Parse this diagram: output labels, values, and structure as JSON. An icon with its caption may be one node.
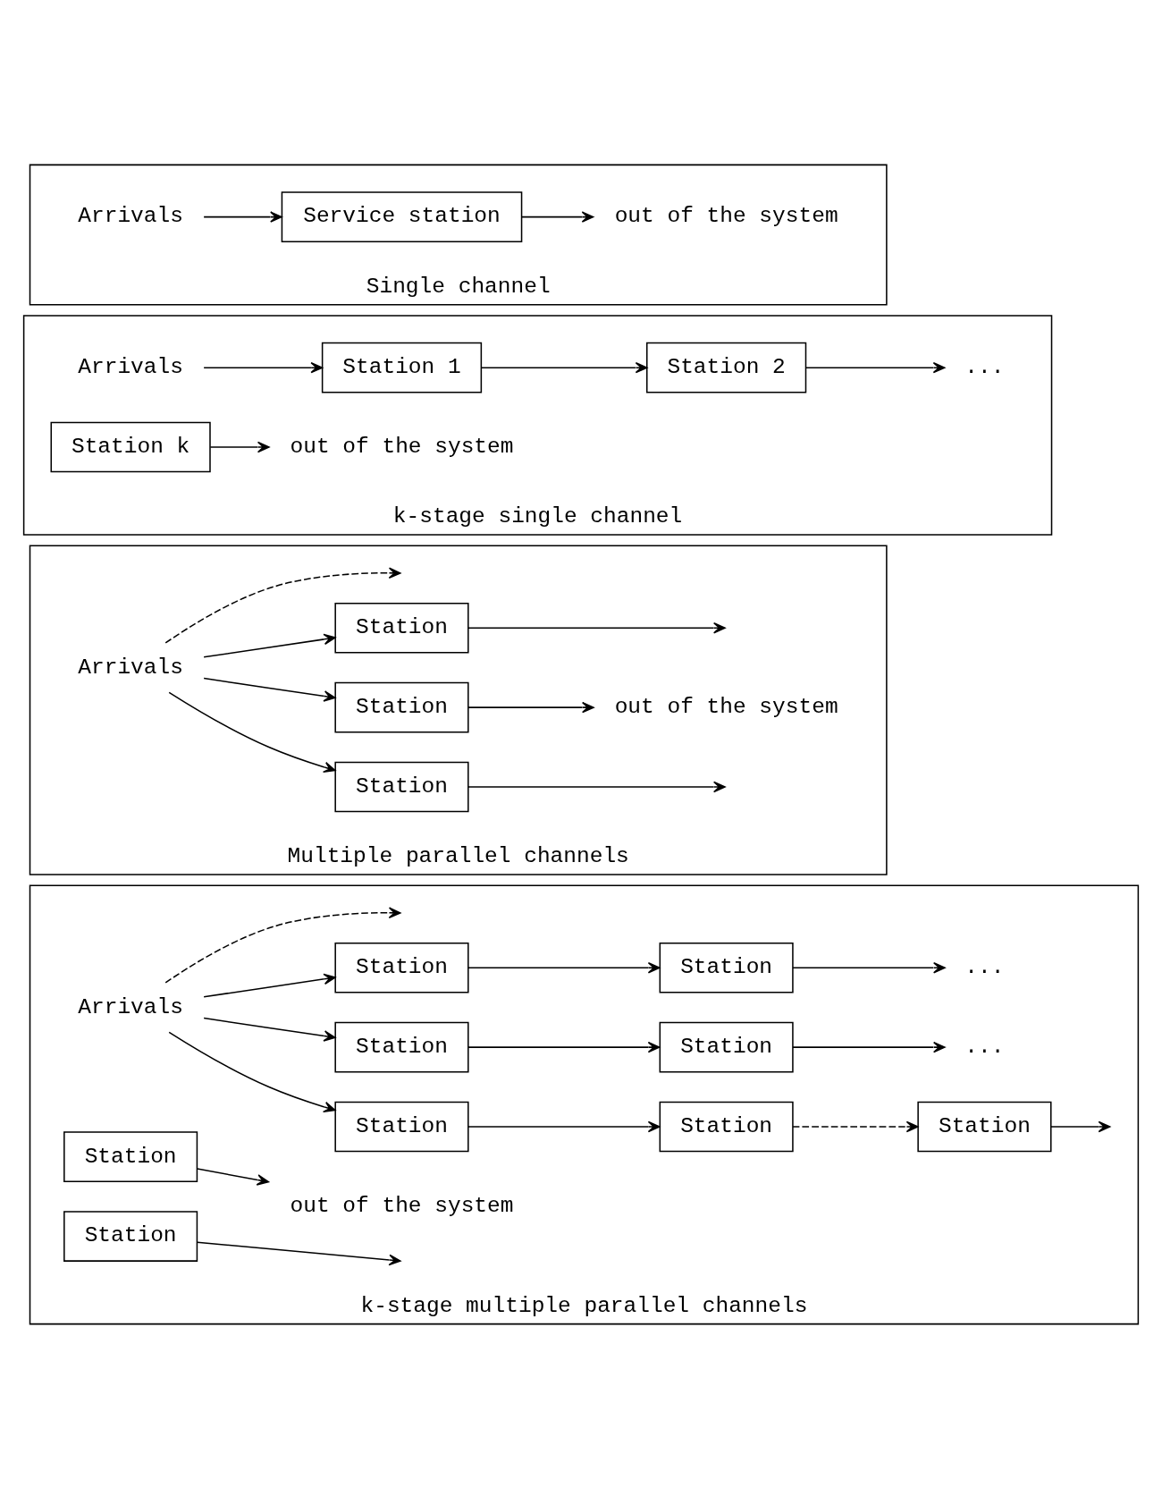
{
  "diagram": {
    "nodes": [
      {
        "text": [
          "Single channel"
        ]
      },
      {
        "text": [
          "Arrivals"
        ],
        "in": 0
      },
      {
        "text": [
          "Service station"
        ],
        "in": 0
      },
      {
        "text": [
          "out of the system"
        ],
        "in": 0
      },
      {
        "text": [
          "k-stage single channel"
        ]
      },
      {
        "text": [
          "Arrivals"
        ],
        "in": 4
      },
      {
        "text": [
          "Station 1"
        ],
        "in": 4
      },
      {
        "text": [
          "Station 2"
        ],
        "in": 4
      },
      {
        "text": [
          "..."
        ],
        "in": 4
      },
      {
        "text": [
          "Station k"
        ],
        "in": 4
      },
      {
        "text": [
          "out of the system"
        ],
        "in": 4
      },
      {
        "text": [
          "Multiple parallel channels"
        ]
      },
      {
        "text": [
          "Arrivals"
        ],
        "in": 11
      },
      {
        "text": [
          "Station"
        ],
        "in": 11
      },
      {
        "text": [
          "Station"
        ],
        "in": 11
      },
      {
        "text": [
          "Station"
        ],
        "in": 11
      },
      {
        "text": [
          "out of the system"
        ],
        "in": 11
      },
      {
        "text": [
          "k-stage multiple parallel channels"
        ]
      },
      {
        "text": [
          "Arrivals"
        ],
        "in": 17
      },
      {
        "text": [
          "Station"
        ],
        "in": 17
      },
      {
        "text": [
          "Station"
        ],
        "in": 17
      },
      {
        "text": [
          "Station"
        ],
        "in": 17
      },
      {
        "text": [
          "Station"
        ],
        "in": 17
      },
      {
        "text": [
          "Station"
        ],
        "in": 17
      },
      {
        "text": [
          "..."
        ],
        "in": 17
      },
      {
        "text": [
          "Station"
        ],
        "in": 17
      },
      {
        "text": [
          "Station"
        ],
        "in": 17
      },
      {
        "text": [
          "Station"
        ],
        "in": 17
      },
      {
        "text": [
          "..."
        ],
        "in": 17
      },
      {
        "text": [
          "Station"
        ],
        "in": 17
      },
      {
        "text": [
          "out of the system"
        ],
        "in": 17
      }
    ],
    "edges": [
      {
        "from": 1,
        "to": 2,
        "arrow": "to"
      },
      {
        "from": 2,
        "to": 3,
        "arrow": "to"
      },
      {
        "from": 5,
        "to": 6,
        "arrow": "to"
      },
      {
        "from": 6,
        "to": 7,
        "arrow": "to"
      },
      {
        "from": 7,
        "to": 8,
        "arrow": "to"
      },
      {
        "from": 9,
        "to": 10,
        "arrow": "to"
      },
      {
        "from": 12,
        "to": 13,
        "arrow": "to"
      },
      {
        "from": 12,
        "to": 14,
        "arrow": "to"
      },
      {
        "from": 12,
        "to": null,
        "arrow": "to",
        "style": "dashed"
      },
      {
        "from": 12,
        "to": 15,
        "arrow": "to"
      },
      {
        "from": 13,
        "to": null,
        "arrow": "to"
      },
      {
        "from": 14,
        "to": 16,
        "arrow": "to"
      },
      {
        "from": 15,
        "to": null,
        "arrow": "to"
      },
      {
        "from": 18,
        "to": 19,
        "arrow": "to"
      },
      {
        "from": 18,
        "to": 22,
        "arrow": "to"
      },
      {
        "from": 18,
        "to": null,
        "arrow": "to",
        "style": "dashed"
      },
      {
        "from": 18,
        "to": 26,
        "arrow": "to"
      },
      {
        "from": 19,
        "to": 20,
        "arrow": "to"
      },
      {
        "from": 20,
        "to": 21,
        "arrow": "to",
        "style": "dashed"
      },
      {
        "from": 21,
        "to": null,
        "arrow": "to"
      },
      {
        "from": 22,
        "to": 23,
        "arrow": "to"
      },
      {
        "from": 23,
        "to": 24,
        "arrow": "to"
      },
      {
        "from": 25,
        "to": 30,
        "arrow": "to"
      },
      {
        "from": 26,
        "to": 27,
        "arrow": "to"
      },
      {
        "from": 27,
        "to": 28,
        "arrow": "to"
      },
      {
        "from": 29,
        "to": null,
        "arrow": "to"
      }
    ]
  }
}
